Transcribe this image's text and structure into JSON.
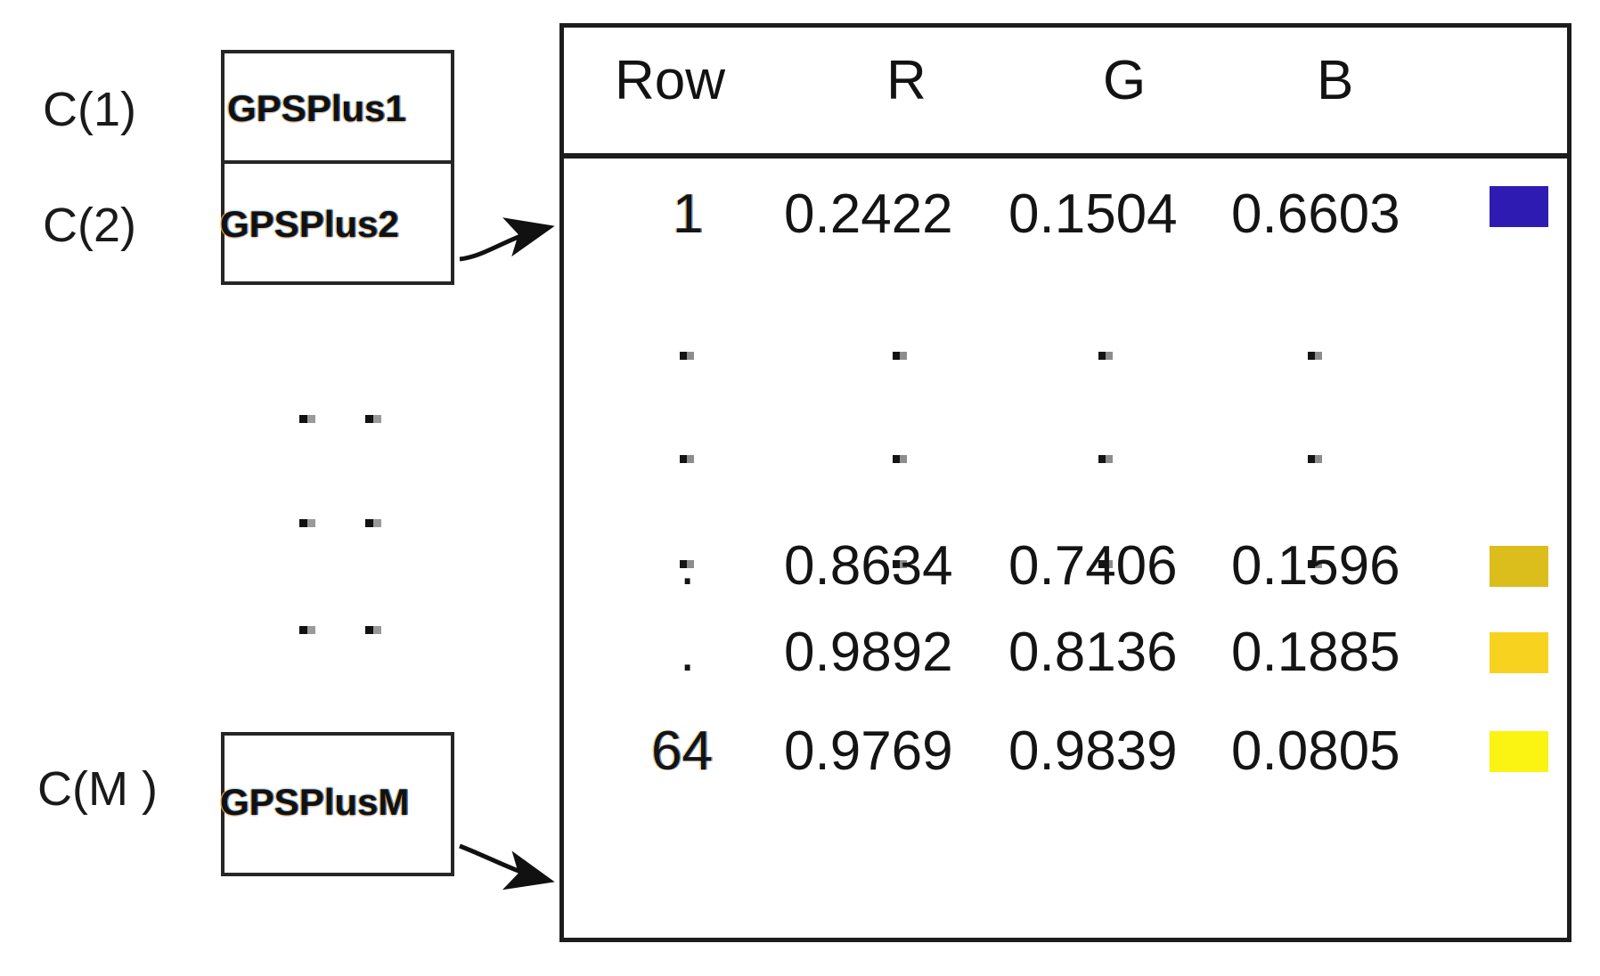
{
  "diagram": {
    "title": "GPSPlus cell array mapped to 64-row RGB colormap table",
    "left_panel": {
      "row_labels": [
        {
          "name": "c-label-1",
          "text": "C(1)"
        },
        {
          "name": "c-label-2",
          "text": "C(2)"
        },
        {
          "name": "c-label-m",
          "text": "C(M )"
        }
      ],
      "cells": [
        {
          "name": "cell-gpsplus1",
          "text": "GPSPlus1"
        },
        {
          "name": "cell-gpsplus2",
          "text": "GPSPlus2"
        },
        {
          "name": "cell-gpsplusm",
          "text": "GPSPlusM"
        }
      ],
      "ellipsis_rows": 3
    },
    "arrows": [
      {
        "name": "arrow-cell2-to-row1",
        "from": "GPSPlus2",
        "to": "table row 1"
      },
      {
        "name": "arrow-cellm-to-row64",
        "from": "GPSPlusM",
        "to": "table row 64"
      }
    ]
  },
  "chart_data": {
    "type": "table",
    "title": "Row / R / G / B colormap listing",
    "columns": [
      "Row",
      "R",
      "G",
      "B",
      ""
    ],
    "rows": [
      {
        "row": "1",
        "r": "0.2422",
        "g": "0.1504",
        "b": "0.6603",
        "swatch": "#2e1cb2"
      },
      {
        "row": ".",
        "r": ".",
        "g": ".",
        "b": ".",
        "swatch": ""
      },
      {
        "row": ".",
        "r": ".",
        "g": ".",
        "b": ".",
        "swatch": ""
      },
      {
        "row": ".",
        "r": ".",
        "g": ".",
        "b": ".",
        "swatch": ""
      },
      {
        "row": ".",
        "r": "0.8634",
        "g": "0.7406",
        "b": "0.1596",
        "swatch": "#dbbd1c"
      },
      {
        "row": ".",
        "r": "0.9892",
        "g": "0.8136",
        "b": "0.1885",
        "swatch": "#f7d320"
      },
      {
        "row": "64",
        "r": "0.9769",
        "g": "0.9839",
        "b": "0.0805",
        "swatch": "#fbf312"
      }
    ],
    "ylabel": "",
    "xlabel": "",
    "legend": []
  },
  "colors": {
    "frame": "#1d1d1d",
    "box_border": "#262626",
    "text": "#141414",
    "row1_swatch": "#2e1cb2",
    "gold_swatch": "#dbbd1c",
    "amber_swatch": "#f7d320",
    "yellow_swatch": "#fbf312"
  }
}
